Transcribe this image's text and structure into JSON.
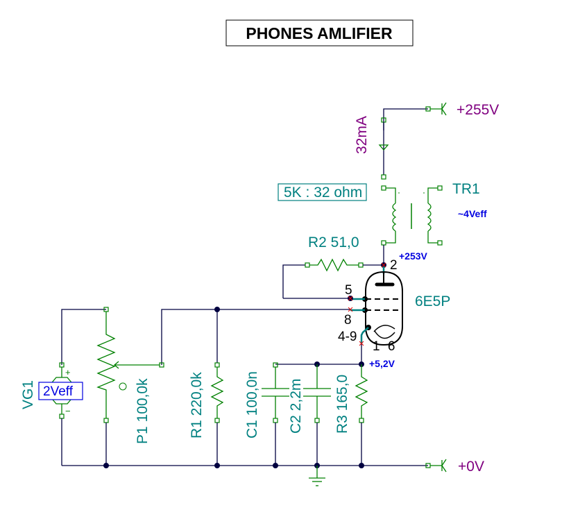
{
  "title": "PHONES AMLIFIER",
  "supply": {
    "plus_label": "+255V",
    "ground_label": "+0V",
    "current_label": "32mA"
  },
  "transformer": {
    "name": "TR1",
    "ratio_label": "5K : 32 ohm",
    "secondary_voltage": "~4Veff"
  },
  "tube": {
    "name": "6E5P",
    "pin_anode": "2",
    "pin_g2": "5",
    "pin_g1": "8",
    "pin_cathode": "4-9",
    "pin_heater": "1 6",
    "anode_voltage": "+253V",
    "cathode_voltage": "+5,2V"
  },
  "components": {
    "r2": "R2 51,0",
    "r1": "R1 220,0k",
    "c1": "C1 100,0n",
    "c2": "C2 2,2m",
    "r3": "R3 165,0",
    "p1": "P1 100,0k",
    "vg1_name": "VG1",
    "vg1_value": "2Veff",
    "vg1_plus": "+",
    "vg1_minus": "−"
  },
  "colors": {
    "wire": "#000040",
    "component": "#008000",
    "label": "#008080",
    "supply_label": "#800080",
    "probe_label": "#0000e0"
  }
}
